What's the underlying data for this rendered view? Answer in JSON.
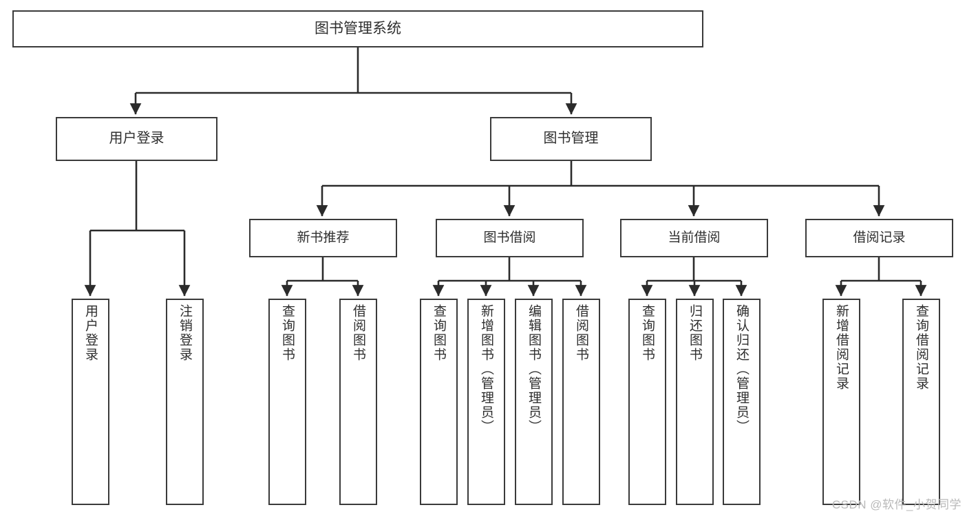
{
  "diagram": {
    "type": "tree",
    "title": "图书管理系统",
    "root": {
      "label": "图书管理系统"
    },
    "level2": [
      {
        "label": "用户登录"
      },
      {
        "label": "图书管理"
      }
    ],
    "level3": [
      {
        "label": "新书推荐"
      },
      {
        "label": "图书借阅"
      },
      {
        "label": "当前借阅"
      },
      {
        "label": "借阅记录"
      }
    ],
    "leaves": {
      "user_login": [
        {
          "label": "用户登录"
        },
        {
          "label": "注销登录"
        }
      ],
      "new_book_recommend": [
        {
          "label": "查询图书"
        },
        {
          "label": "借阅图书"
        }
      ],
      "book_borrow": [
        {
          "label": "查询图书"
        },
        {
          "label": "新增图书（管理员）"
        },
        {
          "label": "编辑图书（管理员）"
        },
        {
          "label": "借阅图书"
        }
      ],
      "current_borrow": [
        {
          "label": "查询图书"
        },
        {
          "label": "归还图书"
        },
        {
          "label": "确认归还（管理员）"
        }
      ],
      "borrow_record": [
        {
          "label": "新增借阅记录"
        },
        {
          "label": "查询借阅记录"
        }
      ]
    }
  },
  "colors": {
    "border": "#3a3a3a",
    "text": "#2e2e2e",
    "background": "#ffffff",
    "connector": "#2b2b2b",
    "watermark": "#b9b9b9"
  },
  "watermark": {
    "text": "CSDN @软件_小贺同学"
  }
}
